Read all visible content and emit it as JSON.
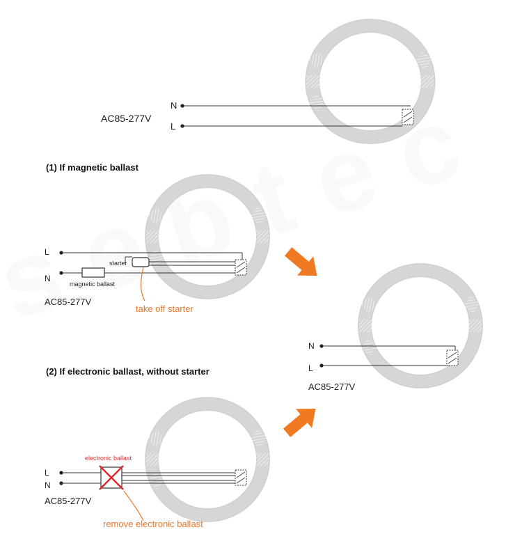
{
  "top": {
    "label_n": "N",
    "label_l": "L",
    "voltage": "AC85-277V"
  },
  "section1": {
    "heading": "(1) If magnetic ballast",
    "label_l": "L",
    "label_n": "N",
    "starter": "starter",
    "magnetic_ballast": "magnetic ballast",
    "voltage": "AC85-277V",
    "note": "take off starter"
  },
  "section2": {
    "heading": "(2) If electronic ballast, without starter",
    "electronic_ballast": "electronic ballast",
    "label_l": "L",
    "label_n": "N",
    "voltage": "AC85-277V",
    "note": "remove electronic ballast"
  },
  "result": {
    "label_n": "N",
    "label_l": "L",
    "voltage": "AC85-277V"
  },
  "colors": {
    "ring": "#d6d6d6",
    "accent": "#f07a22",
    "cross": "#e0262b",
    "wire": "#333333"
  }
}
